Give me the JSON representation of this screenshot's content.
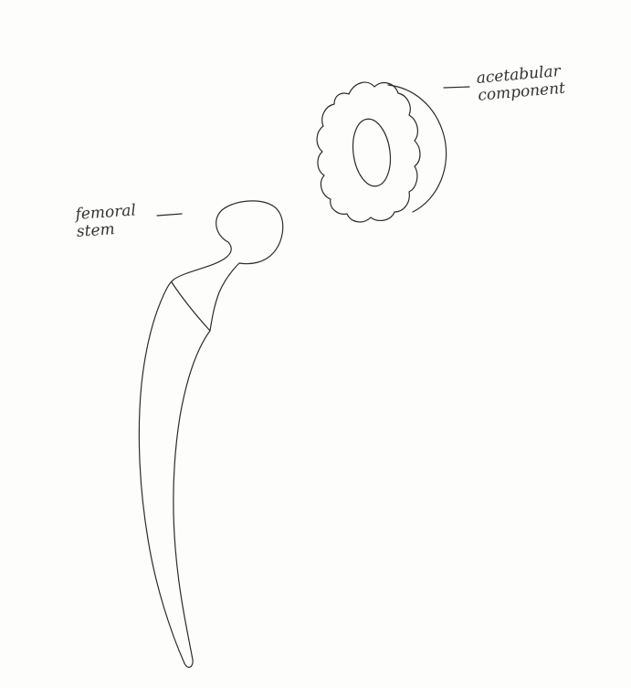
{
  "labels": {
    "acetabular": {
      "line1": "acetabular",
      "line2": "component"
    },
    "femoral": {
      "line1": "femoral",
      "line2": "stem"
    }
  },
  "colors": {
    "paper": "#fdfdfc",
    "ink": "#2c2c2c"
  }
}
